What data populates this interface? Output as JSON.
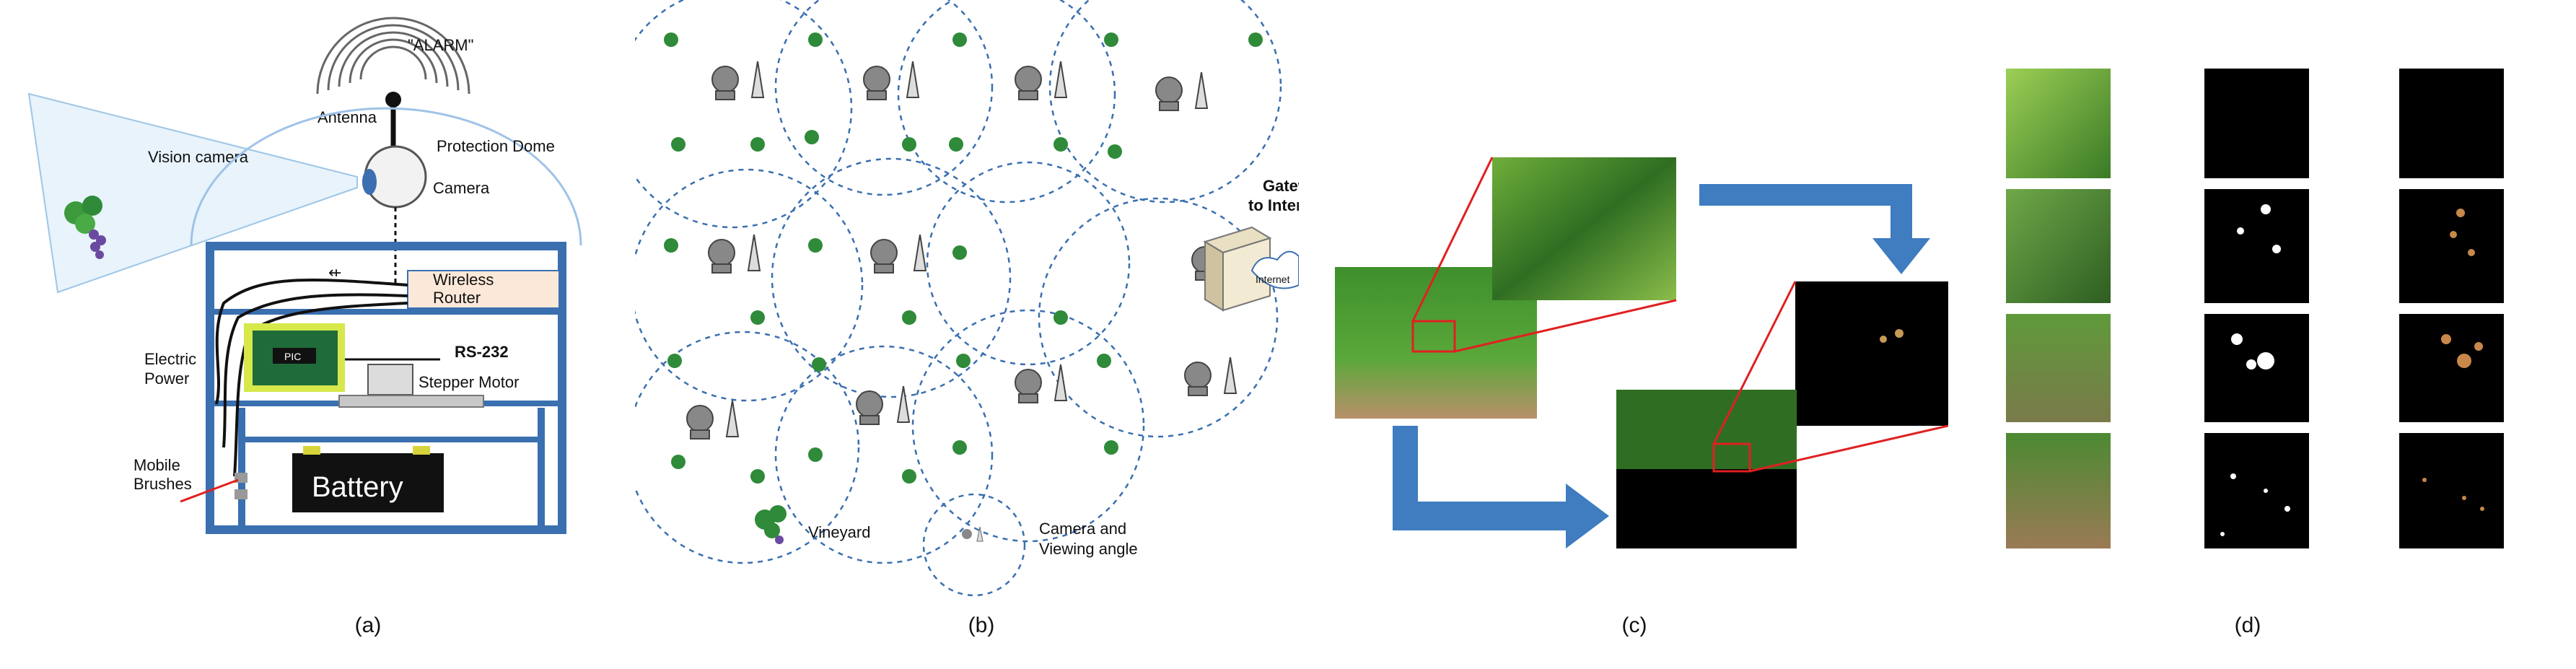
{
  "panel_a": {
    "caption": "(a)",
    "alarm": "\"ALARM\"",
    "antenna": "Antenna",
    "vision_camera": "Vision camera",
    "protection_dome": "Protection Dome",
    "camera": "Camera",
    "wireless_router_1": "Wireless",
    "wireless_router_2": "Router",
    "rs232": "RS-232",
    "pic": "PIC",
    "electric_power_1": "Electric",
    "electric_power_2": "Power",
    "stepper_motor": "Stepper Motor",
    "mobile_brushes_1": "Mobile",
    "mobile_brushes_2": "Brushes",
    "battery": "Battery"
  },
  "panel_b": {
    "caption": "(b)",
    "gateway_1": "Gateway",
    "gateway_2": "to Internet",
    "internet": "Internet",
    "legend_vineyard": "Vineyard",
    "legend_camera_1": "Camera and",
    "legend_camera_2": "Viewing angle"
  },
  "panel_c": {
    "caption": "(c)"
  },
  "panel_d": {
    "caption": "(d)"
  },
  "colors": {
    "frame_blue": "#3a6fb0",
    "arrow_blue": "#3f7cc0",
    "zoom_red": "#e02020",
    "dome_blue": "#9fc3e8",
    "leaf_green": "#2f8a3a",
    "grape_purple": "#6a4aa0"
  }
}
